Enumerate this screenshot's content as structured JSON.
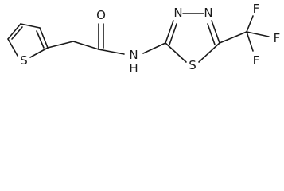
{
  "molecule": {
    "atoms": {
      "s_thiophene": "S",
      "o_carbonyl": "O",
      "n_amide": "N",
      "h_amide": "H",
      "n_ring_left": "N",
      "n_ring_right": "N",
      "s_thiadiazole": "S",
      "f_top": "F",
      "f_right": "F",
      "f_bottom": "F"
    }
  }
}
